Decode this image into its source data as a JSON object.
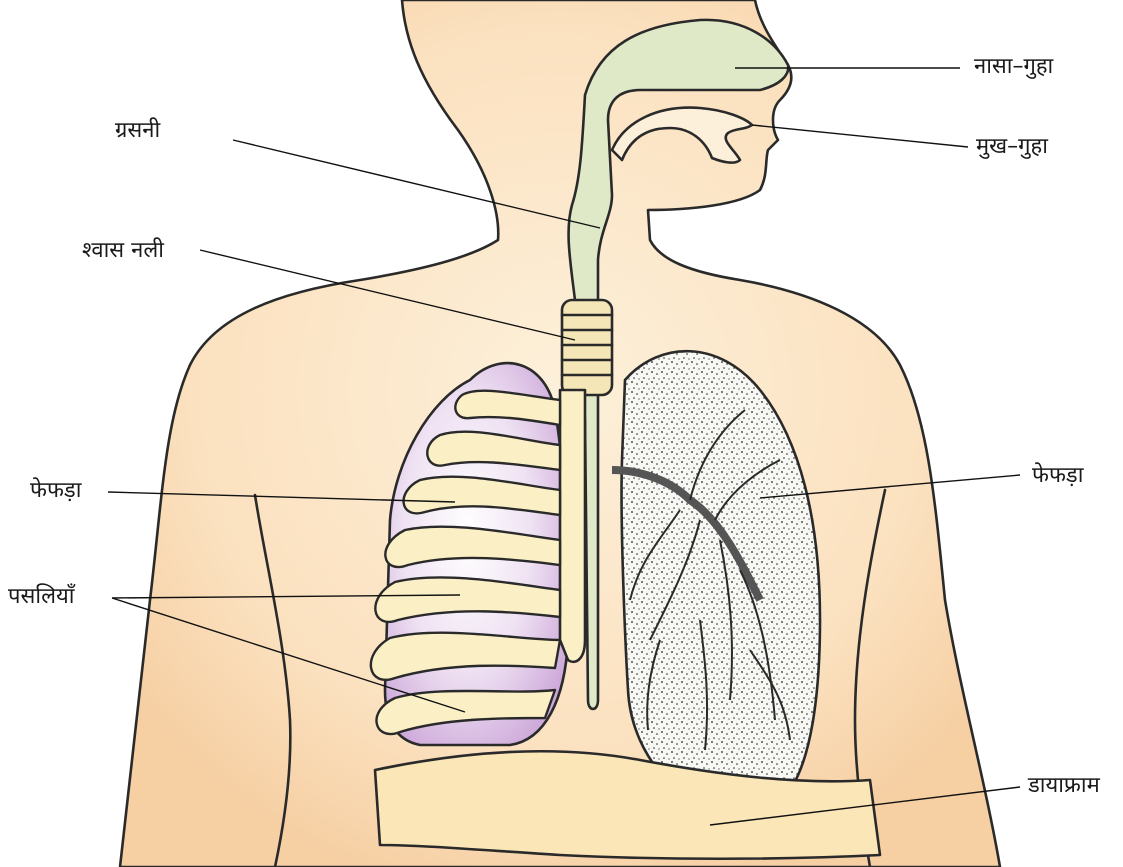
{
  "labels": {
    "nasal_cavity": "नासा–गुहा",
    "oral_cavity": "मुख–गुहा",
    "pharynx": "ग्रसनी",
    "trachea": "श्वास नली",
    "lung_left": "फेफड़ा",
    "lung_right": "फेफड़ा",
    "ribs": "पसलियाँ",
    "diaphragm": "डायाफ्राम"
  },
  "colors": {
    "skin": "#fbe1bf",
    "skin_shade": "#f7d2a8",
    "airway": "#dfe9c8",
    "lung_pink": "#eadcf0",
    "lung_purple": "#c9a3d6",
    "lung_speckled": "#f2f2f0",
    "bronchi": "#d8d8b0",
    "rib": "#fbefc6",
    "diaphragm": "#fbe6b8",
    "line": "#1a1a1a"
  }
}
